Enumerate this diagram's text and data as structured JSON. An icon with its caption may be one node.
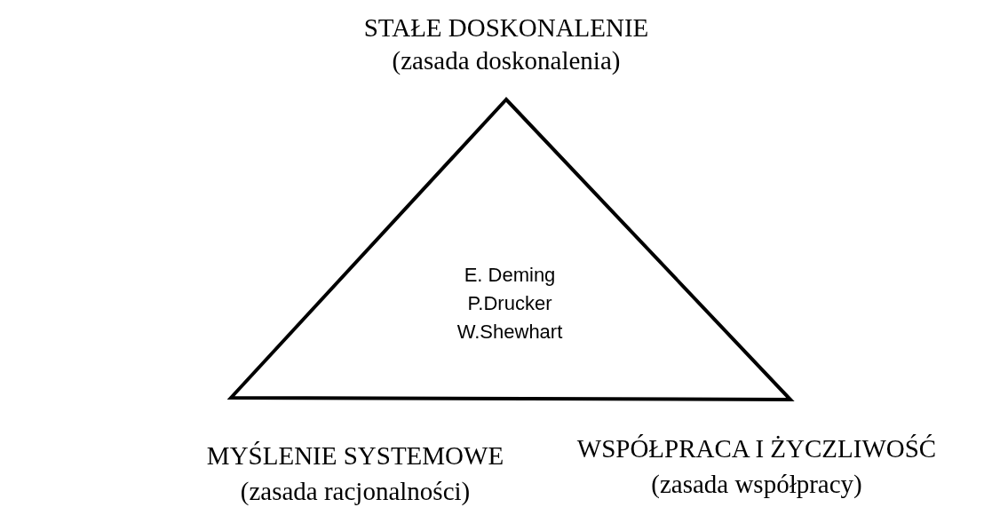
{
  "diagram": {
    "nodes": [
      {
        "text": [
          "E. Deming P.Drucker W.Shewhart"
        ]
      }
    ],
    "labels": [
      "STAŁE DOSKONALENIE",
      "(zasada doskonalenia)",
      "MYŚLENIE SYSTEMOWE",
      "(zasada racjonalności)",
      "WSPÓŁPRACA I ŻYCZLIWOŚĆ",
      "(zasada współpracy)"
    ]
  }
}
